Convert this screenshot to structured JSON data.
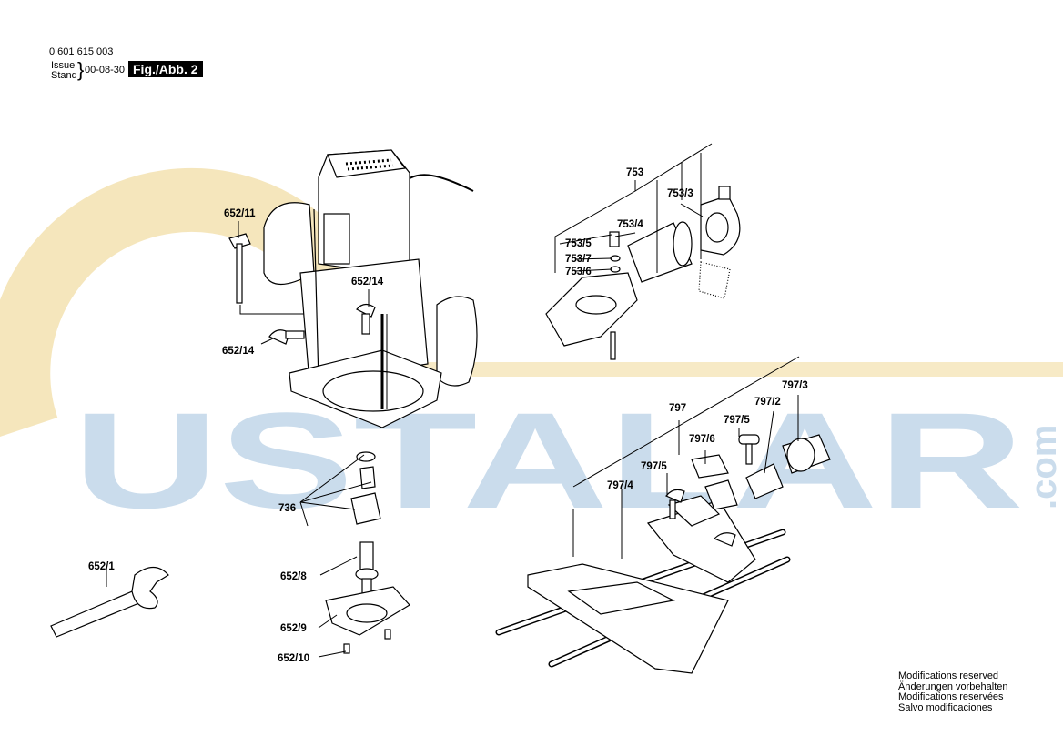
{
  "header": {
    "part_number": "0 601 615 003",
    "issue_label": "Issue",
    "stand_label": "Stand",
    "date": "00-08-30",
    "figure": "Fig./Abb. 2"
  },
  "watermark": {
    "text": "USTALAR",
    "suffix": ".com",
    "colors": {
      "letters": "#9fc0dd",
      "ring": "#f1dca0"
    }
  },
  "labels": {
    "l_652_11": "652/11",
    "l_652_14a": "652/14",
    "l_652_14b": "652/14",
    "l_736": "736",
    "l_652_1": "652/1",
    "l_652_8": "652/8",
    "l_652_9": "652/9",
    "l_652_10": "652/10",
    "l_753": "753",
    "l_753_3": "753/3",
    "l_753_4": "753/4",
    "l_753_5": "753/5",
    "l_753_7": "753/7",
    "l_753_6": "753/6",
    "l_797": "797",
    "l_797_3": "797/3",
    "l_797_2": "797/2",
    "l_797_5a": "797/5",
    "l_797_6": "797/6",
    "l_797_5b": "797/5",
    "l_797_4": "797/4"
  },
  "notes": {
    "en": "Modifications reserved",
    "de": "Änderungen vorbehalten",
    "fr": "Modifications reservées",
    "es": "Salvo modificaciones"
  }
}
